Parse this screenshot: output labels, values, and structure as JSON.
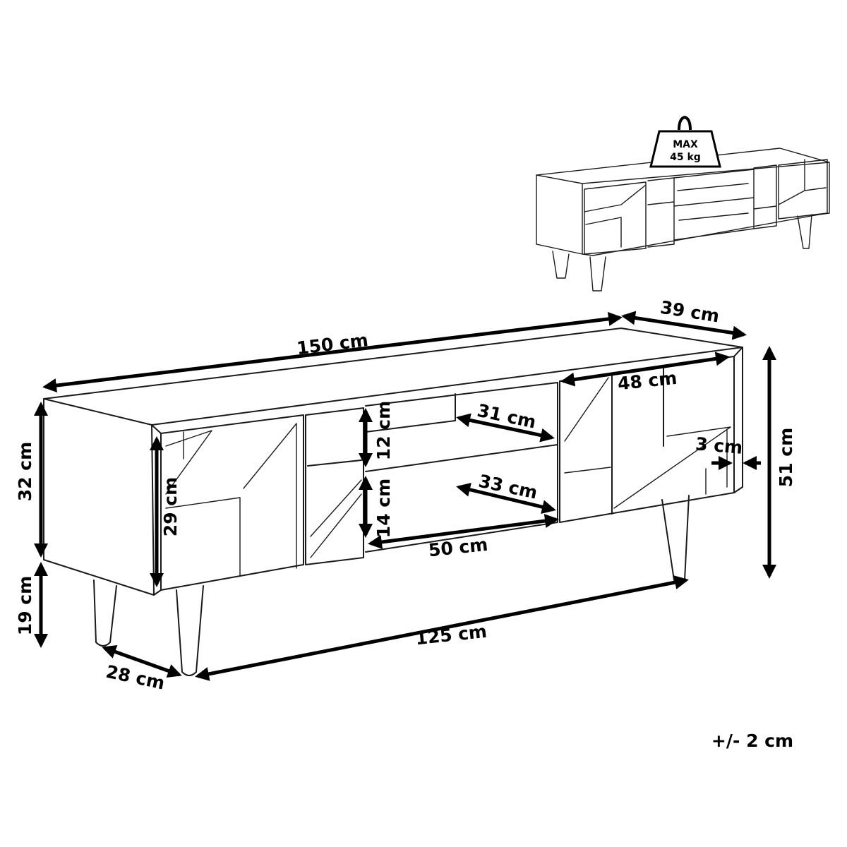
{
  "diagram": {
    "weight_badge": {
      "line1": "MAX",
      "line2": "45 kg"
    },
    "dimensions": {
      "width": "150 cm",
      "depth": "39 cm",
      "compartment_width": "48 cm",
      "height_body": "32 cm",
      "door_height": "29 cm",
      "shelf_upper_height": "12 cm",
      "shelf_lower_height": "14 cm",
      "shelf_upper_depth": "31 cm",
      "shelf_lower_depth": "33 cm",
      "open_section_width": "50 cm",
      "panel_offset": "3 cm",
      "total_height": "51 cm",
      "leg_height": "19 cm",
      "leg_distance_width": "125 cm",
      "leg_distance_depth": "28 cm"
    },
    "tolerance": "+/- 2 cm"
  }
}
